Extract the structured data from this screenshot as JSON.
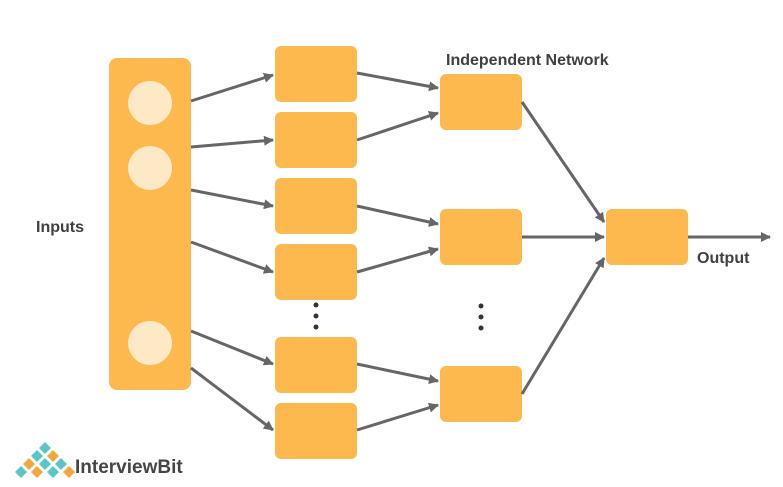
{
  "labels": {
    "inputs": "Inputs",
    "independent_network": "Independent Network",
    "output": "Output"
  },
  "brand": {
    "name": "InterviewBit"
  },
  "colors": {
    "block": "#FDB94D",
    "circle": "#FEE9C7",
    "arrow": "#666666",
    "text": "#404040"
  }
}
